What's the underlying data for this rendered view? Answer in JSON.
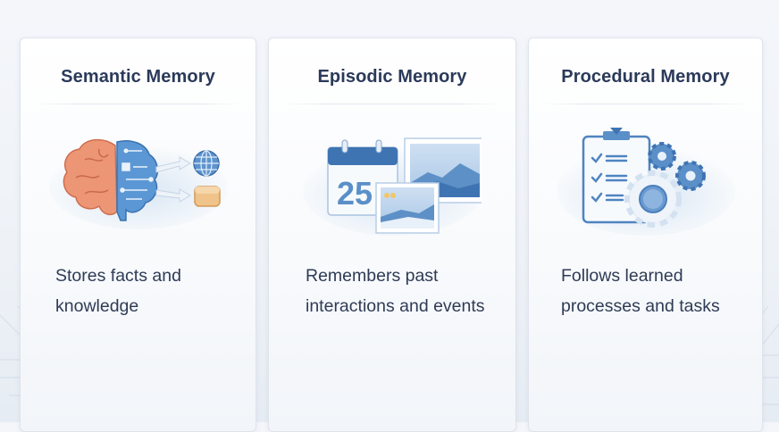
{
  "cards": [
    {
      "title": "Semantic Memory",
      "illustration": "brain-to-knowledge-icon",
      "description_lines": [
        "Stores facts and",
        "knowledge"
      ]
    },
    {
      "title": "Episodic Memory",
      "illustration": "calendar-and-photos-icon",
      "calendar_day": "25",
      "description_lines": [
        "Remembers past",
        "interactions and events"
      ]
    },
    {
      "title": "Procedural Memory",
      "illustration": "checklist-and-gears-icon",
      "description_lines": [
        "Follows learned",
        "processes and tasks"
      ]
    }
  ],
  "colors": {
    "title_text": "#2b3a5a",
    "body_text": "#2f3b55",
    "accent_blue": "#4a86c5",
    "brain_orange": "#e8896a",
    "database_tan": "#e9b877"
  }
}
